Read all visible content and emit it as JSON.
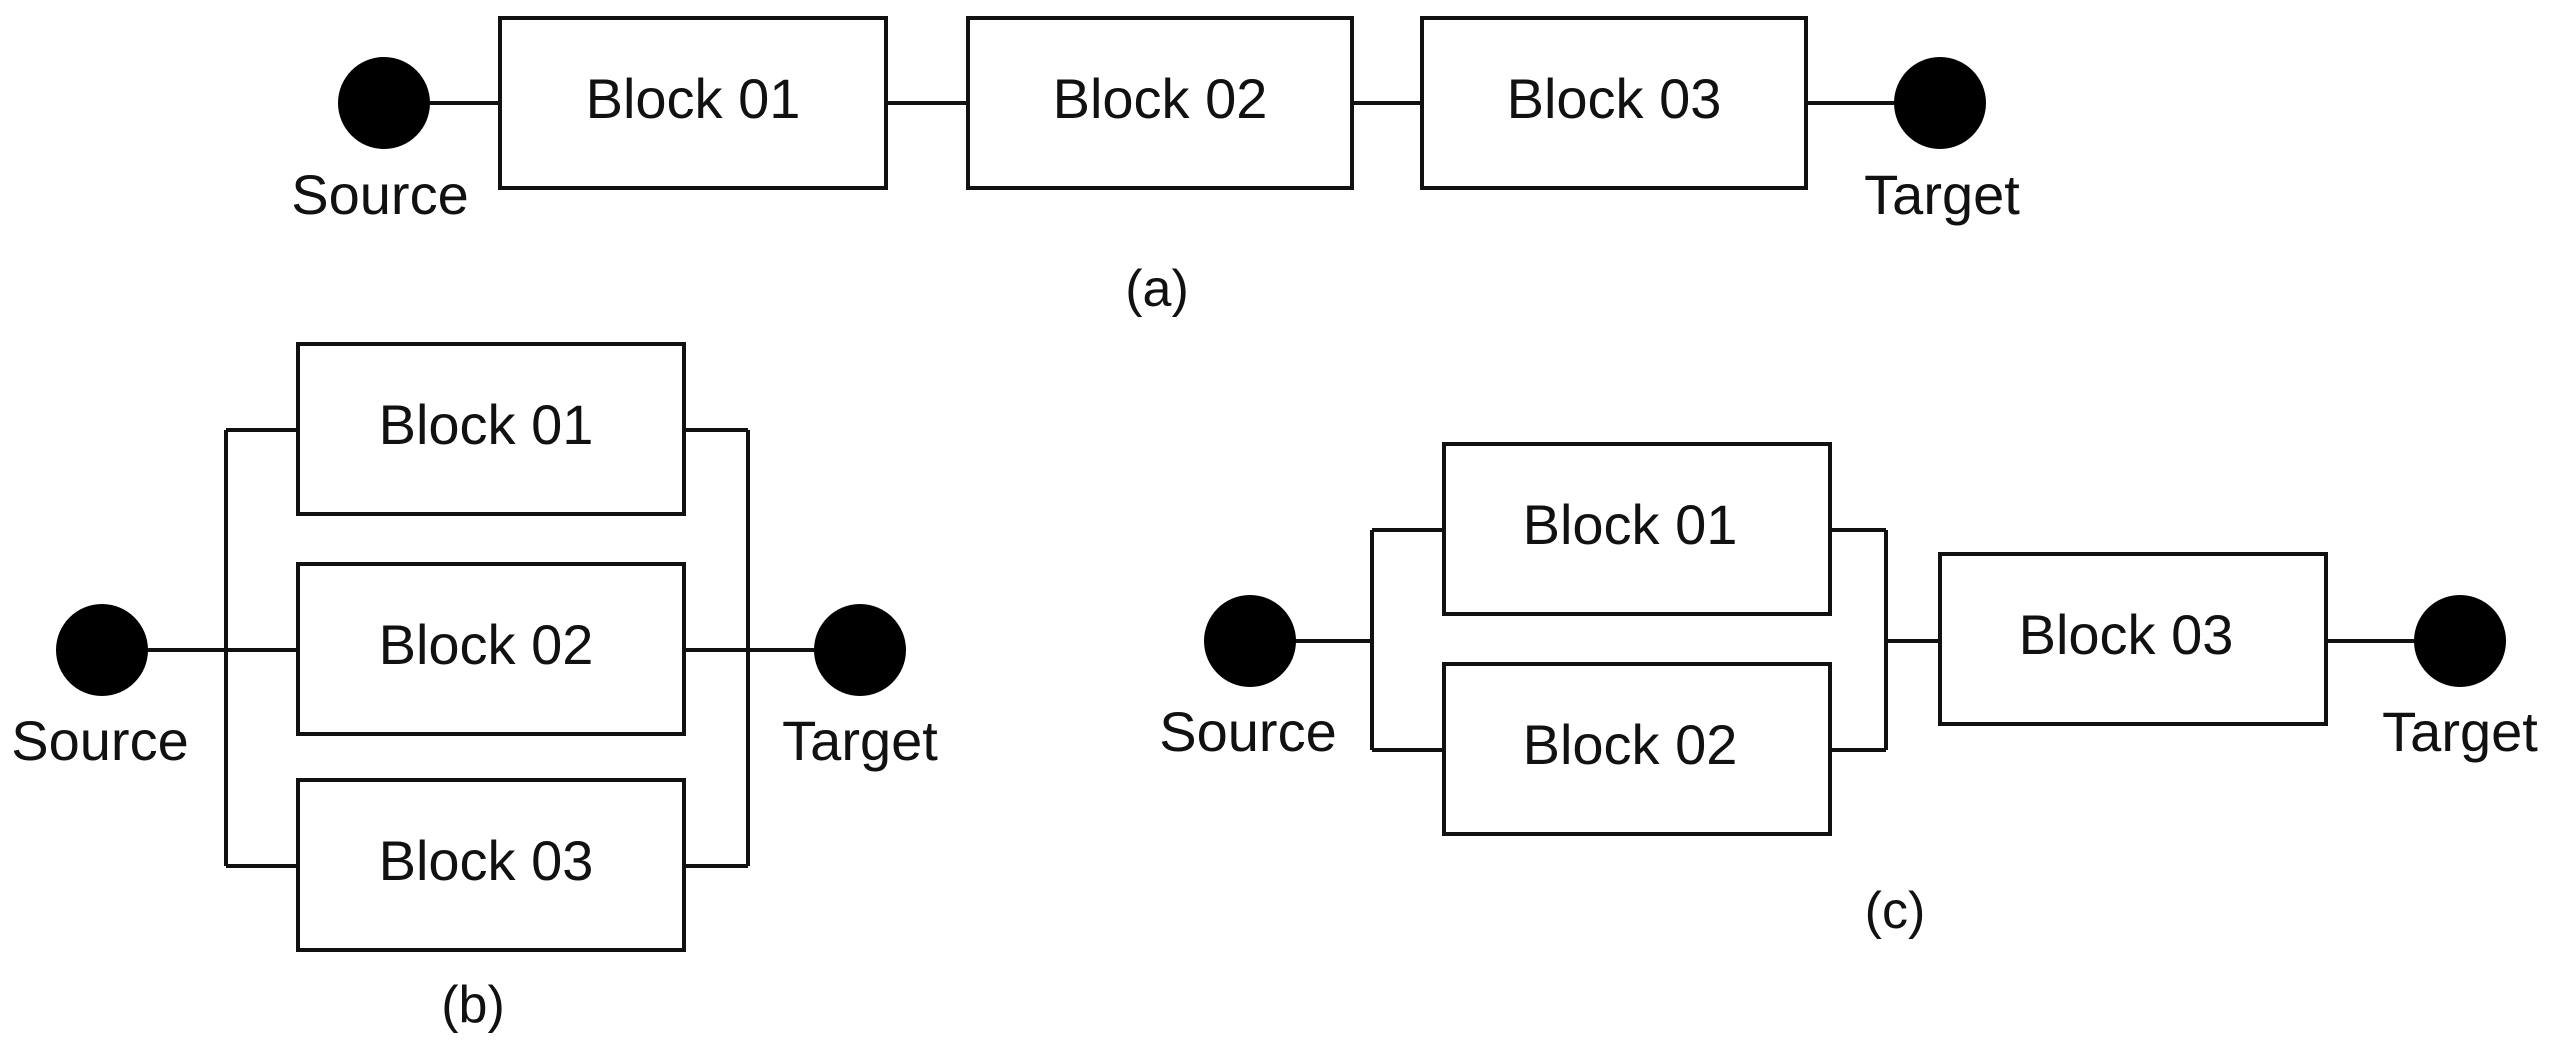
{
  "diagram_a": {
    "caption": "(a)",
    "source_label": "Source",
    "target_label": "Target",
    "blocks": [
      "Block 01",
      "Block 02",
      "Block 03"
    ]
  },
  "diagram_b": {
    "caption": "(b)",
    "source_label": "Source",
    "target_label": "Target",
    "blocks": [
      "Block 01",
      "Block 02",
      "Block 03"
    ]
  },
  "diagram_c": {
    "caption": "(c)",
    "source_label": "Source",
    "target_label": "Target",
    "blocks": [
      "Block 01",
      "Block 02",
      "Block 03"
    ]
  },
  "colors": {
    "stroke": "#111111",
    "node_fill": "#000000",
    "background": "#ffffff"
  }
}
